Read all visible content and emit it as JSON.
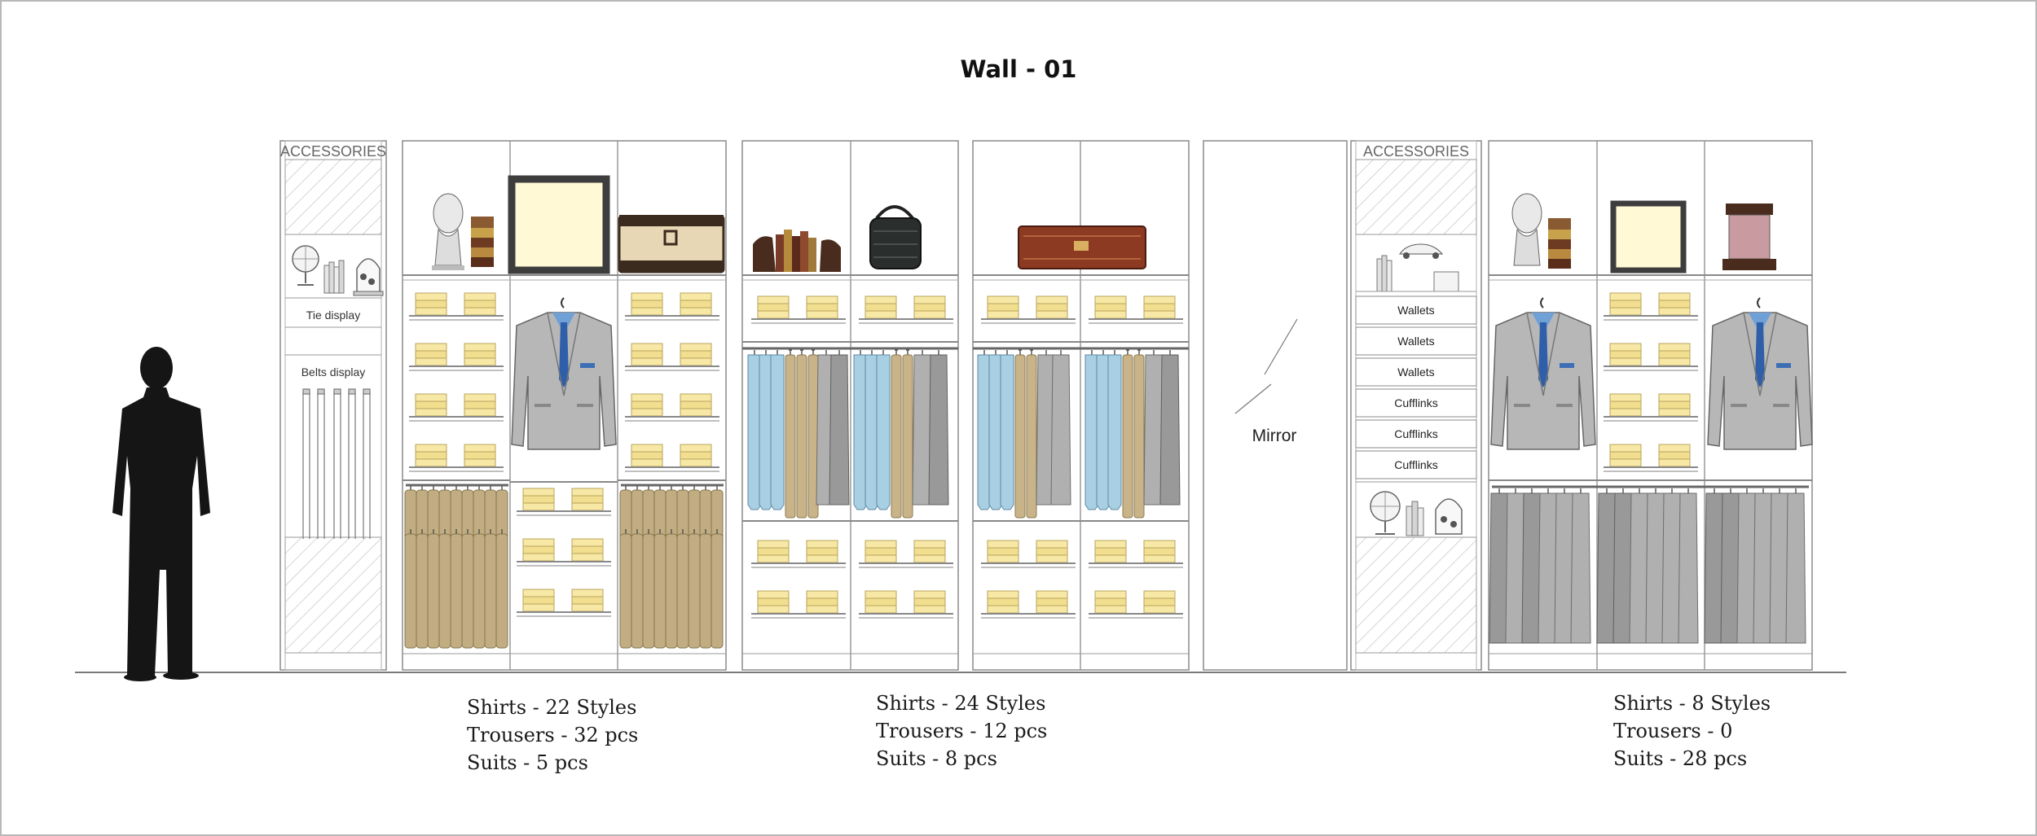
{
  "title": "Wall - 01",
  "colors": {
    "shelf_tray": "#f7e8a6",
    "suit": "#b7b7b7",
    "shirt_blue": "#a9cfe3",
    "trouser_beige": "#c9b48a",
    "silhouette": "#151515",
    "line": "#8a8a8a"
  },
  "accessories_left": {
    "header": "ACCESSORIES",
    "tie_label": "Tie display",
    "belts_label": "Belts display"
  },
  "mirror_label": "Mirror",
  "accessories_right": {
    "header": "ACCESSORIES",
    "drawers": [
      "Wallets",
      "Wallets",
      "Wallets",
      "Cufflinks",
      "Cufflinks",
      "Cufflinks"
    ]
  },
  "props": [
    "mannequin-head-icon",
    "book-stack-icon",
    "picture-frame-icon",
    "trunk-icon",
    "bookends-icon",
    "duffel-bag-icon",
    "suitcase-icon",
    "globe-icon",
    "bell-jar-icon",
    "car-model-icon"
  ],
  "captions": [
    {
      "lines": [
        "Shirts - 22 Styles",
        "Trousers - 32 pcs",
        "Suits - 5 pcs"
      ]
    },
    {
      "lines": [
        "Shirts - 24 Styles",
        "Trousers - 12 pcs",
        "Suits - 8 pcs"
      ]
    },
    {
      "lines": [
        "Shirts - 8 Styles",
        "Trousers - 0",
        "Suits - 28 pcs"
      ]
    }
  ]
}
